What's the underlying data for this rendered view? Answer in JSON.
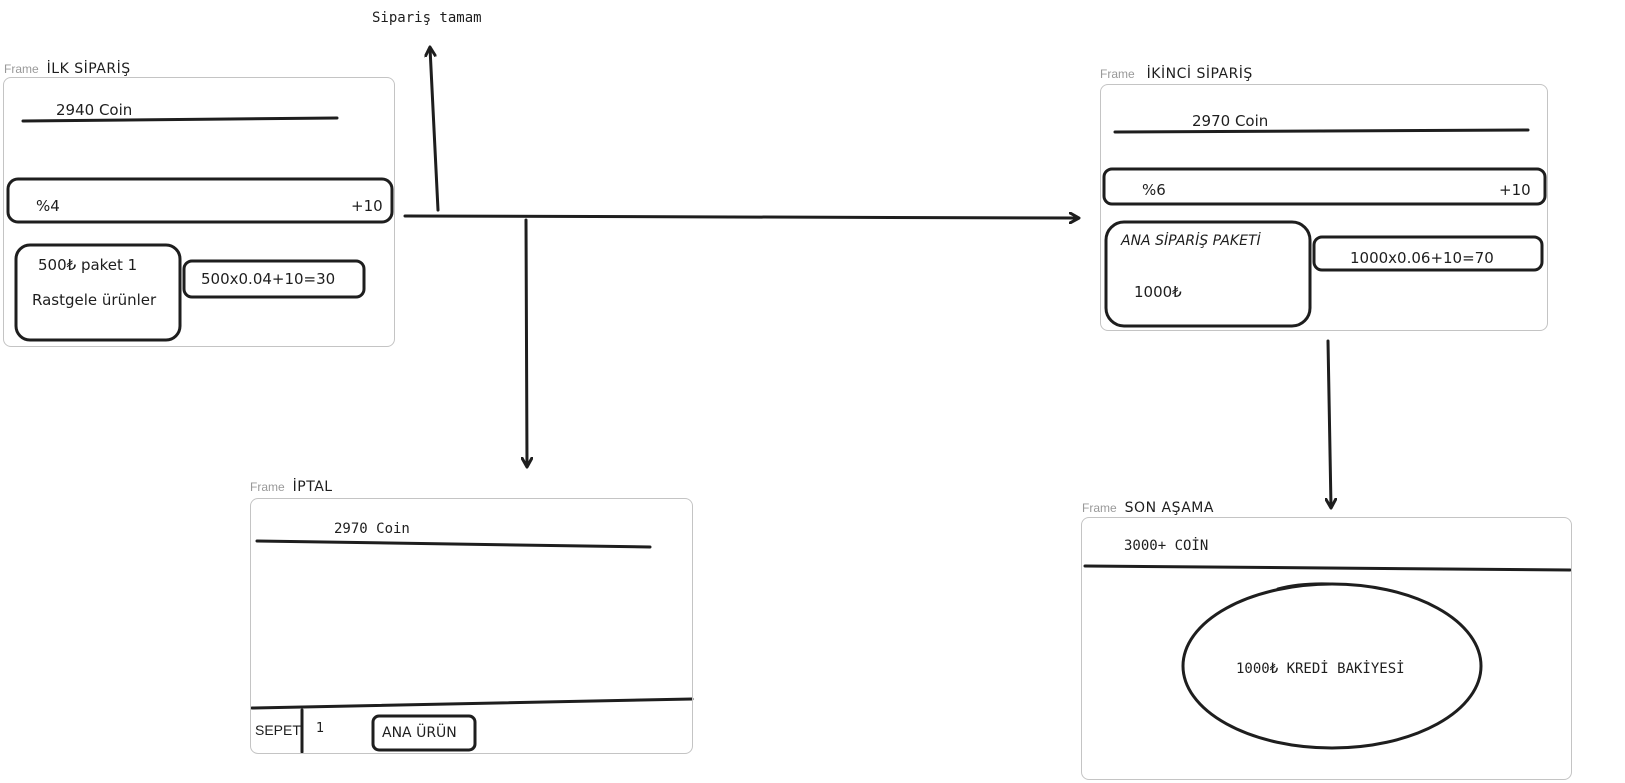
{
  "top_label": "Sipariş tamam",
  "frames": {
    "ilk": {
      "keyword": "Frame",
      "name": "İLK SİPARİŞ",
      "coin": "2940 Coin",
      "rate": "%4",
      "bonus": "+10",
      "package_line1": "500₺ paket 1",
      "package_line2": "Rastgele ürünler",
      "formula": "500x0.04+10=30"
    },
    "ikinci": {
      "keyword": "Frame",
      "name": "İKİNCİ SİPARİŞ",
      "coin": "2970 Coin",
      "rate": "%6",
      "bonus": "+10",
      "package_title": "ANA SİPARİŞ PAKETİ",
      "package_amount": "1000₺",
      "formula": "1000x0.06+10=70"
    },
    "iptal": {
      "keyword": "Frame",
      "name": "İPTAL",
      "coin": "2970 Coin",
      "basket_label": "SEPET",
      "basket_count": "1",
      "product_button": "ANA ÜRÜN"
    },
    "son": {
      "keyword": "Frame",
      "name": "SON AŞAMA",
      "coin": "3000+ COİN",
      "credit": "1000₺ KREDİ BAKİYESİ"
    }
  },
  "colors": {
    "stroke": "#1e1e1e",
    "frame_border": "#c4c4c4",
    "frame_keyword": "#999999"
  }
}
